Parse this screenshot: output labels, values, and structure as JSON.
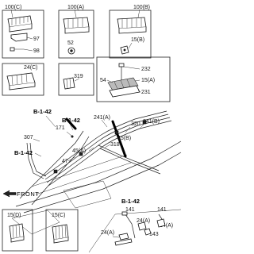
{
  "callouts": {
    "c100c": "100(C)",
    "c100a": "100(A)",
    "c100b": "100(B)",
    "c97": "97",
    "c98": "98",
    "c52": "52",
    "c15b": "15(B)",
    "c24c": "24(C)",
    "c319": "319",
    "c232": "232",
    "c54": "54",
    "c15a": "15(A)",
    "c231": "231",
    "c171": "171",
    "c307": "307",
    "c241a": "241(A)",
    "c241b": "241(B)",
    "c320": "320",
    "c45b": "45(B)",
    "c318": "318",
    "c45a": "45(A)",
    "c47": "47",
    "c15d": "15(D)",
    "c15c": "15(C)",
    "c141a": "141",
    "c141b": "141",
    "c24a1": "24(A)",
    "c24a2": "24(A)",
    "c24a3": "24(A)",
    "c143": "143"
  },
  "refs": {
    "r1": "B-1-42",
    "r2": "B-1-42",
    "r3": "B-1-42",
    "r4": "B-1-42"
  },
  "front_label": "FRONT"
}
